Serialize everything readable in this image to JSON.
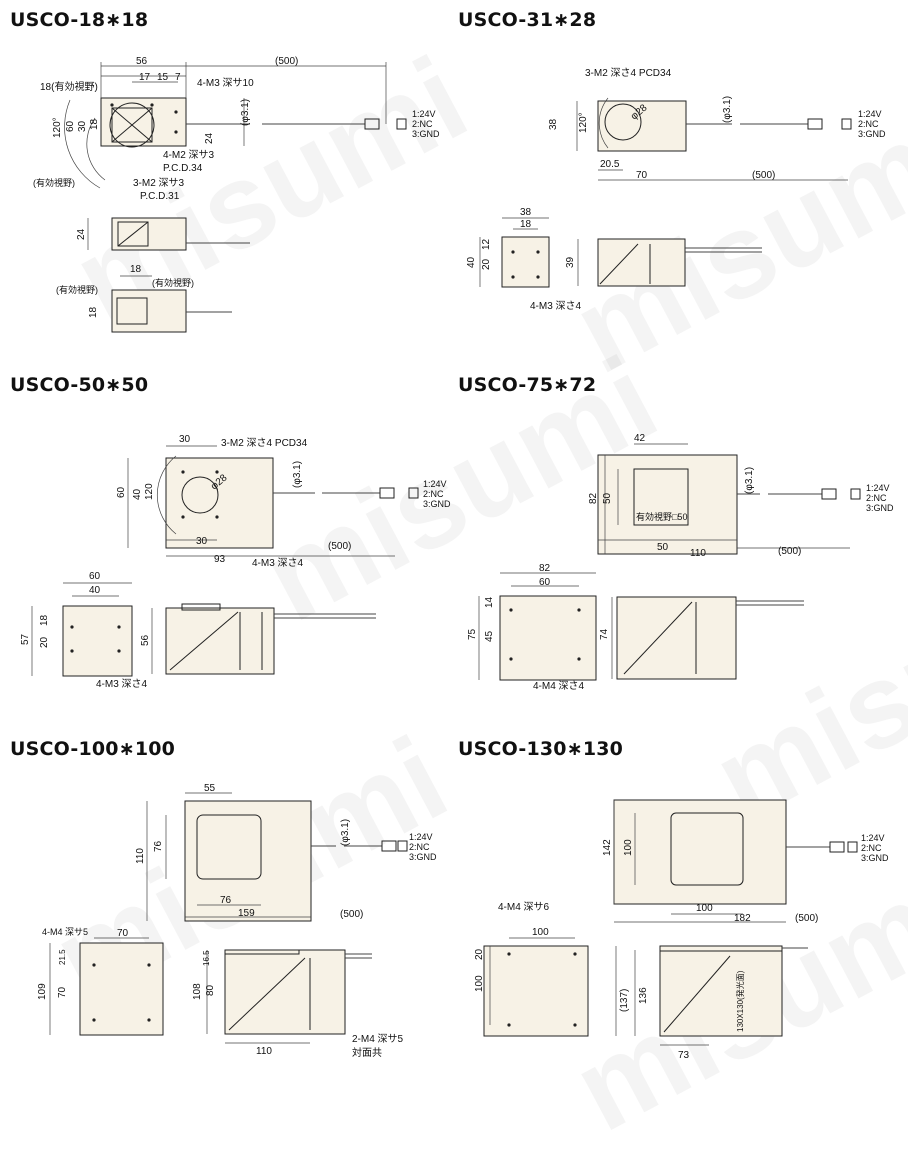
{
  "titles": {
    "d18": "USCO-18∗18",
    "d31": "USCO-31∗28",
    "d50": "USCO-50∗50",
    "d75": "USCO-75∗72",
    "d100": "USCO-100∗100",
    "d130": "USCO-130∗130"
  },
  "watermark": "misumi",
  "connector": {
    "pin1": "1:24V",
    "pin2": "2:NC",
    "pin3": "3:GND"
  },
  "d18": {
    "cable": "(500)",
    "w56": "56",
    "d17": "17",
    "d15": "15",
    "d7": "7",
    "m3": "4-M3 深サ10",
    "cable_dia": "(φ3.1)",
    "fov_top": "18(有効視野)",
    "a120": "120°",
    "h60": "60",
    "h30": "30",
    "h18": "18",
    "h24": "24",
    "m2a": "4-M2 深サ3",
    "pcd34": "P.C.D.34",
    "m2b": "3-M2 深サ3",
    "pcd31": "P.C.D.31",
    "fov_left": "(有効視野)",
    "side_h": "24",
    "bottom_w": "18",
    "bottom_fov_r": "(有効視野)",
    "bottom_fov_l": "(有効視野)",
    "bottom_h": "18"
  },
  "d31": {
    "m2": "3-M2 深さ4 PCD34",
    "cable_dia": "(φ3.1)",
    "phi28": "φ28",
    "a120": "120°",
    "h38": "38",
    "w20": "20.5",
    "w70": "70",
    "cable": "(500)",
    "w38": "38",
    "w18": "18",
    "h40": "40",
    "h20": "20",
    "h12": "12",
    "h39": "39",
    "m3": "4-M3 深さ4"
  },
  "d50": {
    "w30": "30",
    "m2": "3-M2 深さ4 PCD34",
    "cable_dia": "(φ3.1)",
    "phi28": "φ28",
    "h60": "60",
    "h40": "40",
    "a120": "120",
    "w30b": "30",
    "w93": "93",
    "m3a": "4-M3 深さ4",
    "cable": "(500)",
    "w60": "60",
    "w40": "40",
    "h57": "57",
    "h18": "18",
    "h20": "20",
    "h56": "56",
    "m3b": "4-M3 深さ4"
  },
  "d75": {
    "w42": "42",
    "cable_dia": "(φ3.1)",
    "h82": "82",
    "h50": "50",
    "fov": "有効視野□50",
    "w50": "50",
    "w110": "110",
    "cable": "(500)",
    "w82": "82",
    "w60": "60",
    "h75": "75",
    "h14": "14",
    "h45": "45",
    "h74": "74",
    "m4": "4-M4 深さ4"
  },
  "d100": {
    "w55": "55",
    "cable_dia": "(φ3.1)",
    "h110": "110",
    "h76": "76",
    "w76": "76",
    "w159": "159",
    "cable": "(500)",
    "m4a": "4-M4 深サ5",
    "w70": "70",
    "h109": "109",
    "h215": "21.5",
    "h70": "70",
    "h108": "108",
    "h165": "16.5",
    "h80": "80",
    "w110": "110",
    "m4b": "2-M4 深サ5",
    "opp": "対面共"
  },
  "d130": {
    "h142": "142",
    "h100": "100",
    "w100": "100",
    "w182": "182",
    "cable": "(500)",
    "m4": "4-M4 深サ6",
    "w100b": "100",
    "h20": "20",
    "h100b": "100",
    "h137": "(137)",
    "h136": "136",
    "fov": "130X130(発光面)",
    "w73": "73"
  }
}
